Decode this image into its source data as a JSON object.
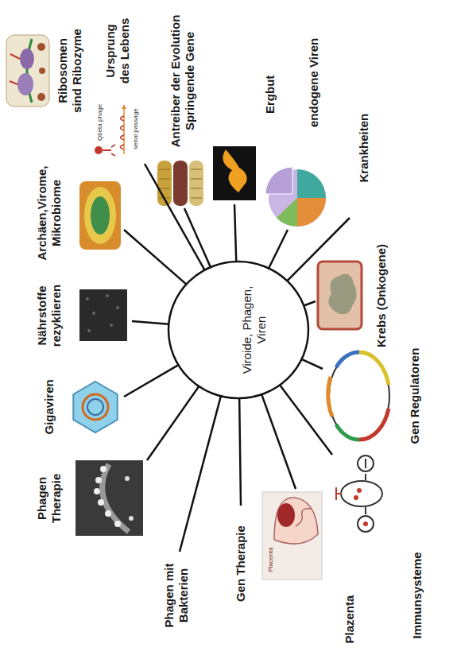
{
  "diagram": {
    "nodes": [
      {
        "text": [
          "Viroide, Phagen, Viren"
        ]
      }
    ],
    "labels": [
      "Ribosomen sind Ribozyme",
      "Ursprung des Lebens",
      "Qbeta phage",
      "serial passage",
      "Antreiber der Evolution Springende Gene",
      "endogene Viren",
      "Ergbut",
      "Krankheiten",
      "Krebs (Onkogene)",
      "Gen Regulatoren",
      "Immunsysteme",
      "Plazenta",
      "Placenta",
      "Gen Therapie",
      "Phagen mit Bakterien",
      "Phagen Therapie",
      "Gigaviren",
      "Nährstoffe rezyklieren",
      "Archäen,Virome, Mikrobiome"
    ]
  }
}
